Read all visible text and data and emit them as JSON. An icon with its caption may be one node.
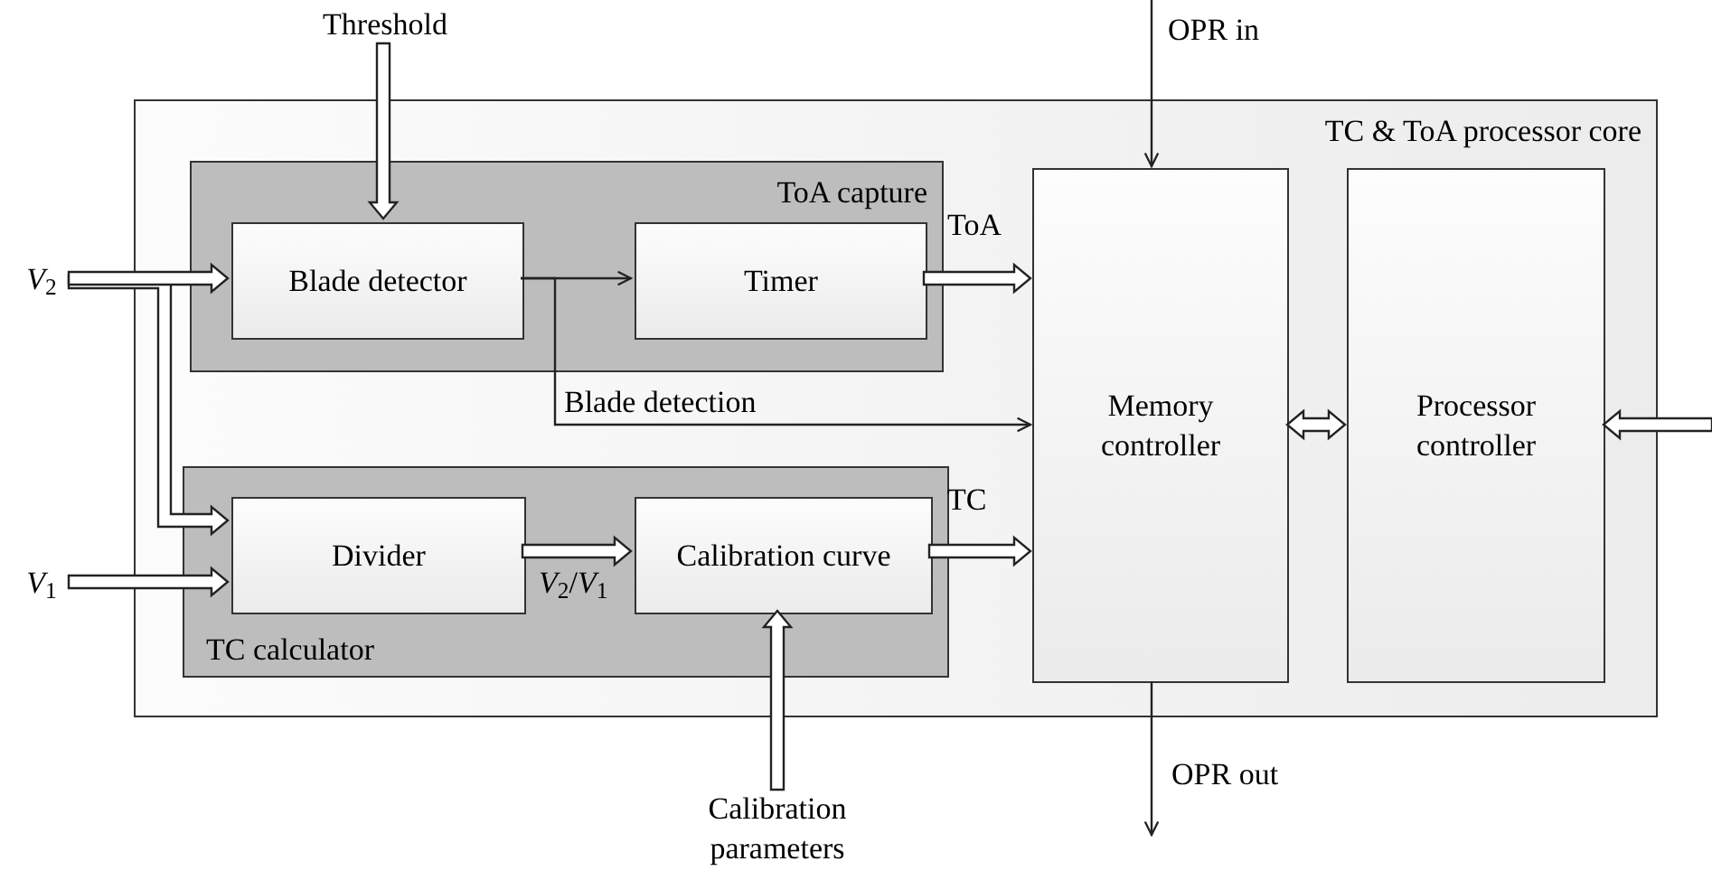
{
  "diagram": {
    "nodes": [
      {
        "text": [
          "TC & ToA processor core"
        ]
      },
      {
        "text": [
          "ToA capture"
        ],
        "in": 0
      },
      {
        "text": [
          "Blade detector"
        ],
        "in": 1
      },
      {
        "text": [
          "Timer"
        ],
        "in": 1
      },
      {
        "text": [
          "TC calculator"
        ],
        "in": 0
      },
      {
        "text": [
          "Divider"
        ],
        "in": 4
      },
      {
        "text": [
          "Calibration curve"
        ],
        "in": 4
      },
      {
        "text": [
          "Memory controller"
        ],
        "in": 0
      },
      {
        "text": [
          "Processor controller"
        ],
        "in": 0
      },
      {
        "text": [
          "Threshold"
        ]
      },
      {
        "text": [
          "*V*$_{2}$"
        ]
      },
      {
        "text": [
          "*V*$_{1}$"
        ]
      },
      {
        "text": [
          "Calibration parameters"
        ]
      }
    ],
    "edges": [
      {
        "from": 9,
        "to": 2,
        "arrow": "to",
        "style": "thick"
      },
      {
        "from": 10,
        "to": 5,
        "arrow": "to",
        "style": "thick"
      },
      {
        "from": 10,
        "to": 2,
        "arrow": "to",
        "style": "thick"
      },
      {
        "from": 11,
        "to": 5,
        "arrow": "to",
        "style": "thick"
      },
      {
        "from": 2,
        "to": 3,
        "arrow": "to"
      },
      {
        "from": 2,
        "to": 7,
        "arrow": "to",
        "label": "Blade detection"
      },
      {
        "from": 3,
        "to": 7,
        "arrow": "to",
        "style": "thick",
        "label": "ToA"
      },
      {
        "from": 5,
        "to": 6,
        "arrow": "to",
        "style": "thick",
        "label": "*V*$_{2}$/*V*$_{1}$"
      },
      {
        "from": 6,
        "to": 7,
        "arrow": "to",
        "style": "thick",
        "label": "TC"
      },
      {
        "from": 12,
        "to": 6,
        "arrow": "to",
        "style": "thick"
      },
      {
        "from": null,
        "to": 7,
        "arrow": "to",
        "label": "OPR in"
      },
      {
        "from": 7,
        "to": null,
        "arrow": "to",
        "label": "OPR out"
      },
      {
        "from": 7,
        "to": 8,
        "arrow": "both",
        "style": "thick"
      },
      {
        "from": null,
        "to": 8,
        "arrow": "to",
        "style": "thick"
      }
    ]
  }
}
